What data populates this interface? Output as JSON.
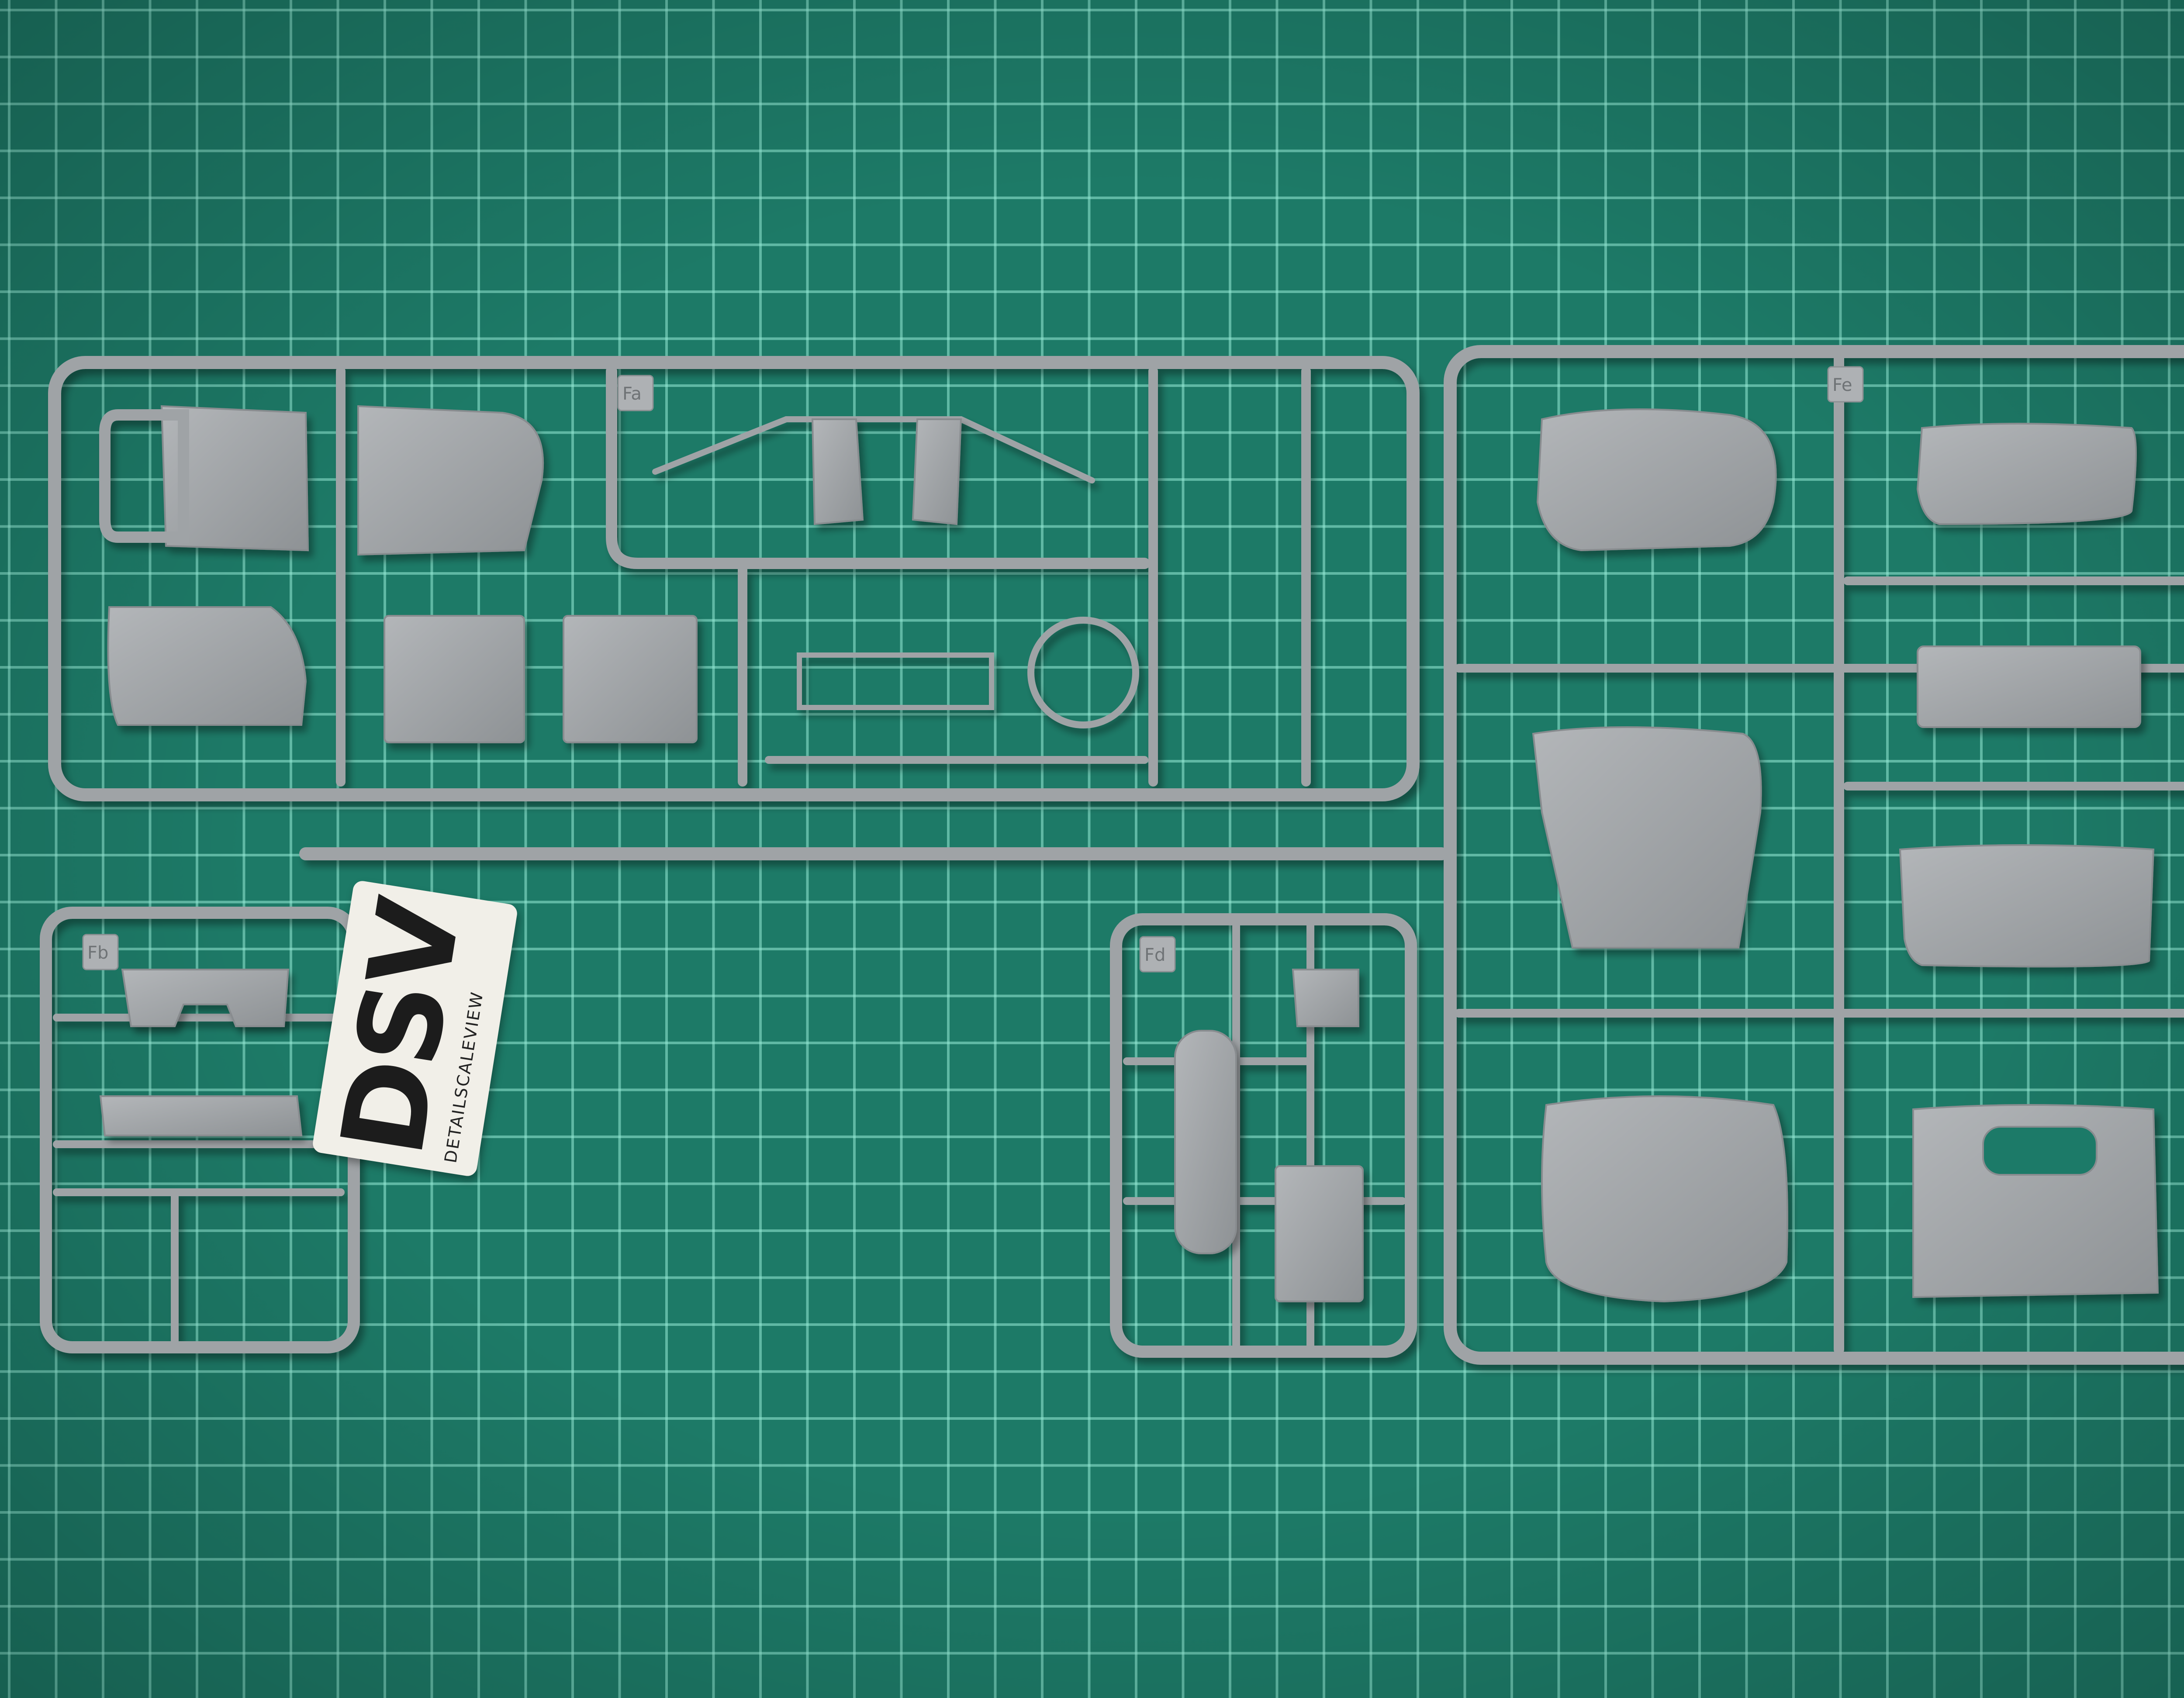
{
  "scene": {
    "description_colors": {
      "mat": "#1d7a67",
      "grid_line": "#8fe6d2",
      "plastic": "#9fa3a6"
    }
  },
  "card": {
    "logo": "DSV",
    "subtitle": "DETAILSCALEVIEW"
  },
  "sprue_labels": {
    "top_left": "Fa",
    "bottom_left": "Fb",
    "middle_small": "Fd",
    "right": "Fe"
  }
}
